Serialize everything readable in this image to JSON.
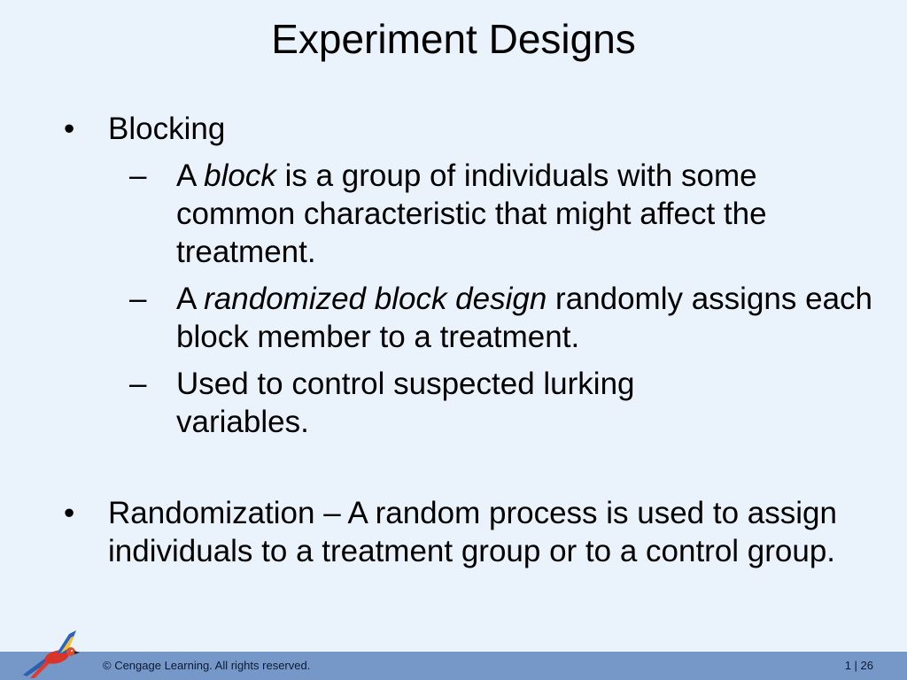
{
  "slide": {
    "title": "Experiment Designs",
    "bullets": [
      {
        "marker": "•",
        "text": "Blocking",
        "subs": [
          {
            "marker": "–",
            "pre": "A ",
            "em": "block",
            "post": " is a group of individuals with some common characteristic that might affect the treatment."
          },
          {
            "marker": "–",
            "pre": "A ",
            "em": "randomized block design",
            "post": " randomly assigns each block member to a treatment."
          },
          {
            "marker": "–",
            "text": "Used to control suspected lurking variables."
          }
        ]
      },
      {
        "marker": "•",
        "text": "Randomization – A random process is used to assign individuals to a treatment group or to a control group."
      }
    ]
  },
  "footer": {
    "copyright": "© Cengage Learning. All rights reserved.",
    "page": "1 | 26"
  },
  "colors": {
    "background": "#eaf2fb",
    "footer_bar": "#7698c8"
  },
  "logo": {
    "icon": "macaw-bird-icon"
  }
}
